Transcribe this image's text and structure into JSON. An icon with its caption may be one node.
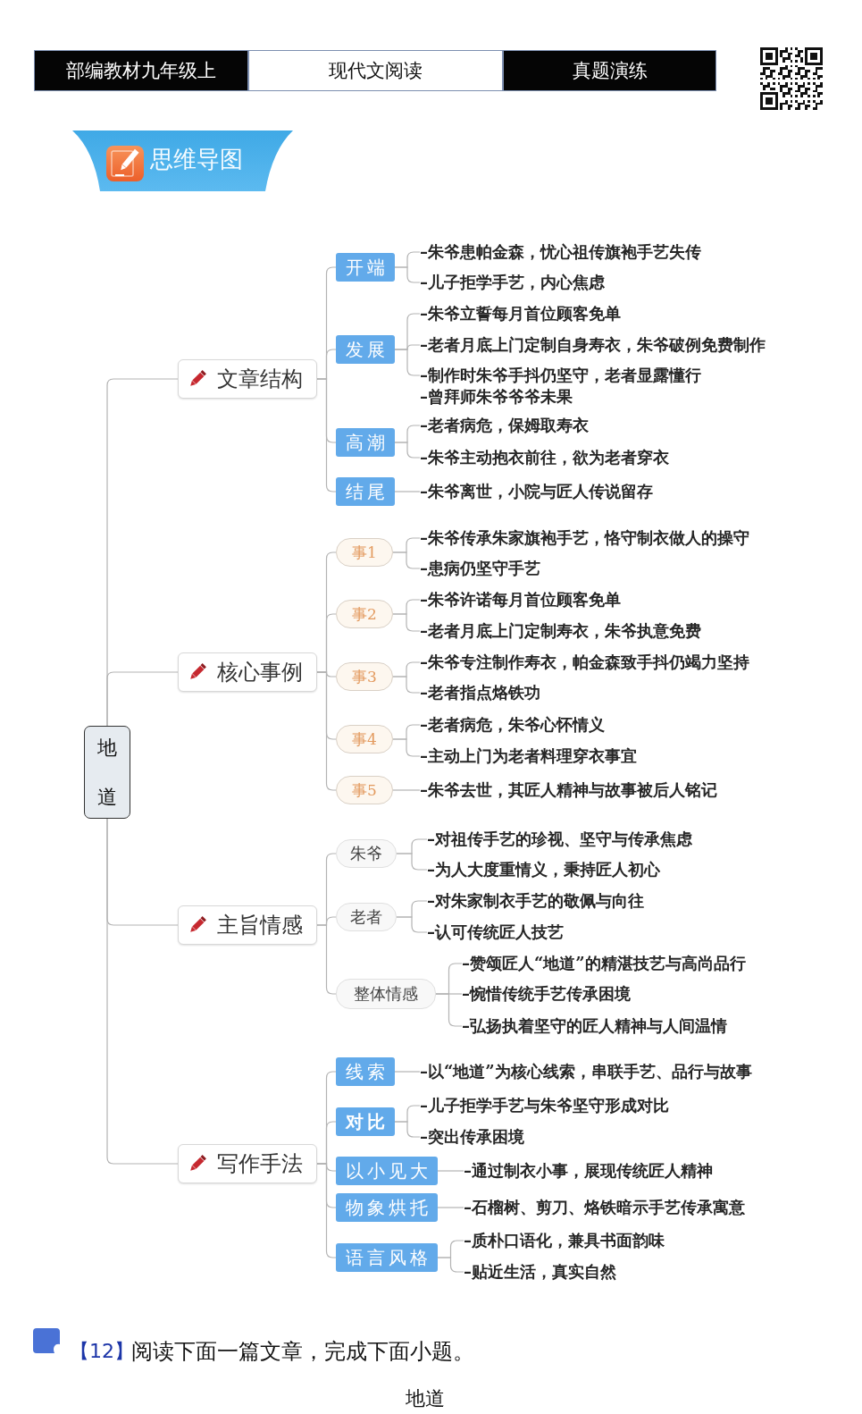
{
  "diagram": {
    "nodes": [
      {
        "text": [
          "部编教材九年级上"
        ]
      },
      {
        "text": [
          "现代文阅读"
        ]
      },
      {
        "text": [
          "真题演练"
        ]
      },
      {
        "text": [
          "思维导图"
        ]
      },
      {
        "text": [
          "地道"
        ]
      },
      {
        "text": [
          "文章结构"
        ]
      },
      {
        "text": [
          "开端"
        ]
      },
      {
        "text": [
          "–朱爷患帕金森，忧心祖传旗袍手艺失传"
        ]
      },
      {
        "text": [
          "–儿子拒学手艺，内心焦虑"
        ]
      },
      {
        "text": [
          "发展"
        ]
      },
      {
        "text": [
          "–朱爷立誓每月首位顾客免单"
        ]
      },
      {
        "text": [
          "–老者月底上门定制自身寿衣，朱爷破例免费制作"
        ]
      },
      {
        "text": [
          "–制作时朱爷手抖仍坚守，老者显露懂行",
          "–曾拜师朱爷爷爷未果"
        ]
      },
      {
        "text": [
          "高潮"
        ]
      },
      {
        "text": [
          "–老者病危，保姆取寿衣"
        ]
      },
      {
        "text": [
          "–朱爷主动抱衣前往，欲为老者穿衣"
        ]
      },
      {
        "text": [
          "结尾"
        ]
      },
      {
        "text": [
          "–朱爷离世，小院与匠人传说留存"
        ]
      },
      {
        "text": [
          "核心事例"
        ]
      },
      {
        "text": [
          "事1"
        ]
      },
      {
        "text": [
          "–朱爷传承朱家旗袍手艺，恪守制衣做人的操守"
        ]
      },
      {
        "text": [
          "–患病仍坚守手艺"
        ]
      },
      {
        "text": [
          "事2"
        ]
      },
      {
        "text": [
          "–朱爷许诺每月首位顾客免单"
        ]
      },
      {
        "text": [
          "–老者月底上门定制寿衣，朱爷执意免费"
        ]
      },
      {
        "text": [
          "事3"
        ]
      },
      {
        "text": [
          "–朱爷专注制作寿衣，帕金森致手抖仍竭力坚持"
        ]
      },
      {
        "text": [
          "–老者指点烙铁功"
        ]
      },
      {
        "text": [
          "事4"
        ]
      },
      {
        "text": [
          "–老者病危，朱爷心怀情义"
        ]
      },
      {
        "text": [
          "–主动上门为老者料理穿衣事宜"
        ]
      },
      {
        "text": [
          "事5"
        ]
      },
      {
        "text": [
          "–朱爷去世，其匠人精神与故事被后人铭记"
        ]
      },
      {
        "text": [
          "主旨情感"
        ]
      },
      {
        "text": [
          "朱爷"
        ]
      },
      {
        "text": [
          "–对祖传手艺的珍视、坚守与传承焦虑"
        ]
      },
      {
        "text": [
          "–为人大度重情义，秉持匠人初心"
        ]
      },
      {
        "text": [
          "老者"
        ]
      },
      {
        "text": [
          "–对朱家制衣手艺的敬佩与向往"
        ]
      },
      {
        "text": [
          "–认可传统匠人技艺"
        ]
      },
      {
        "text": [
          "整体情感"
        ]
      },
      {
        "text": [
          "–赞颂匠人“地道”的精湛技艺与高尚品行"
        ]
      },
      {
        "text": [
          "–惋惜传统手艺传承困境"
        ]
      },
      {
        "text": [
          "–弘扬执着坚守的匠人精神与人间温情"
        ]
      },
      {
        "text": [
          "写作手法"
        ]
      },
      {
        "text": [
          "线索"
        ]
      },
      {
        "text": [
          "–以“地道”为核心线索，串联手艺、品行与故事"
        ]
      },
      {
        "text": [
          "对比"
        ]
      },
      {
        "text": [
          "–儿子拒学手艺与朱爷坚守形成对比"
        ]
      },
      {
        "text": [
          "–突出传承困境"
        ]
      },
      {
        "text": [
          "以小见大"
        ]
      },
      {
        "text": [
          "–通过制衣小事，展现传统匠人精神"
        ]
      },
      {
        "text": [
          "物象烘托"
        ]
      },
      {
        "text": [
          "–石榴树、剪刀、烙铁暗示手艺传承寓意"
        ]
      },
      {
        "text": [
          "语言风格"
        ]
      },
      {
        "text": [
          "–质朴口语化，兼具书面韵味"
        ]
      },
      {
        "text": [
          "–贴近生活，真实自然"
        ]
      }
    ],
    "edges": [
      {
        "from": 4,
        "to": 5,
        "arrow": "none"
      },
      {
        "from": 4,
        "to": 18,
        "arrow": "none"
      },
      {
        "from": 4,
        "to": 33,
        "arrow": "none"
      },
      {
        "from": 4,
        "to": 44,
        "arrow": "none"
      },
      {
        "from": 5,
        "to": 6,
        "arrow": "none"
      },
      {
        "from": 5,
        "to": 9,
        "arrow": "none"
      },
      {
        "from": 5,
        "to": 13,
        "arrow": "none"
      },
      {
        "from": 5,
        "to": 16,
        "arrow": "none"
      },
      {
        "from": 6,
        "to": 7,
        "arrow": "none"
      },
      {
        "from": 6,
        "to": 8,
        "arrow": "none"
      },
      {
        "from": 9,
        "to": 10,
        "arrow": "none"
      },
      {
        "from": 9,
        "to": 11,
        "arrow": "none"
      },
      {
        "from": 9,
        "to": 12,
        "arrow": "none"
      },
      {
        "from": 13,
        "to": 14,
        "arrow": "none"
      },
      {
        "from": 13,
        "to": 15,
        "arrow": "none"
      },
      {
        "from": 16,
        "to": 17,
        "arrow": "none"
      },
      {
        "from": 18,
        "to": 19,
        "arrow": "none"
      },
      {
        "from": 18,
        "to": 22,
        "arrow": "none"
      },
      {
        "from": 18,
        "to": 25,
        "arrow": "none"
      },
      {
        "from": 18,
        "to": 28,
        "arrow": "none"
      },
      {
        "from": 18,
        "to": 31,
        "arrow": "none"
      },
      {
        "from": 19,
        "to": 20,
        "arrow": "none"
      },
      {
        "from": 19,
        "to": 21,
        "arrow": "none"
      },
      {
        "from": 22,
        "to": 23,
        "arrow": "none"
      },
      {
        "from": 22,
        "to": 24,
        "arrow": "none"
      },
      {
        "from": 25,
        "to": 26,
        "arrow": "none"
      },
      {
        "from": 25,
        "to": 27,
        "arrow": "none"
      },
      {
        "from": 28,
        "to": 29,
        "arrow": "none"
      },
      {
        "from": 28,
        "to": 30,
        "arrow": "none"
      },
      {
        "from": 31,
        "to": 32,
        "arrow": "none"
      },
      {
        "from": 33,
        "to": 34,
        "arrow": "none"
      },
      {
        "from": 33,
        "to": 37,
        "arrow": "none"
      },
      {
        "from": 33,
        "to": 40,
        "arrow": "none"
      },
      {
        "from": 34,
        "to": 35,
        "arrow": "none"
      },
      {
        "from": 34,
        "to": 36,
        "arrow": "none"
      },
      {
        "from": 37,
        "to": 38,
        "arrow": "none"
      },
      {
        "from": 37,
        "to": 39,
        "arrow": "none"
      },
      {
        "from": 40,
        "to": 41,
        "arrow": "none"
      },
      {
        "from": 40,
        "to": 42,
        "arrow": "none"
      },
      {
        "from": 40,
        "to": 43,
        "arrow": "none"
      },
      {
        "from": 44,
        "to": 45,
        "arrow": "none"
      },
      {
        "from": 44,
        "to": 47,
        "arrow": "none"
      },
      {
        "from": 44,
        "to": 50,
        "arrow": "none"
      },
      {
        "from": 44,
        "to": 52,
        "arrow": "none"
      },
      {
        "from": 44,
        "to": 54,
        "arrow": "none"
      },
      {
        "from": 45,
        "to": 46,
        "arrow": "none"
      },
      {
        "from": 47,
        "to": 48,
        "arrow": "none"
      },
      {
        "from": 47,
        "to": 49,
        "arrow": "none"
      },
      {
        "from": 50,
        "to": 51,
        "arrow": "none"
      },
      {
        "from": 52,
        "to": 53,
        "arrow": "none"
      },
      {
        "from": 54,
        "to": 55,
        "arrow": "none"
      },
      {
        "from": 54,
        "to": 56,
        "arrow": "none"
      }
    ],
    "labels": [
      "【12】",
      "阅读下面一篇文章，完成下面小题。",
      "地道"
    ]
  }
}
